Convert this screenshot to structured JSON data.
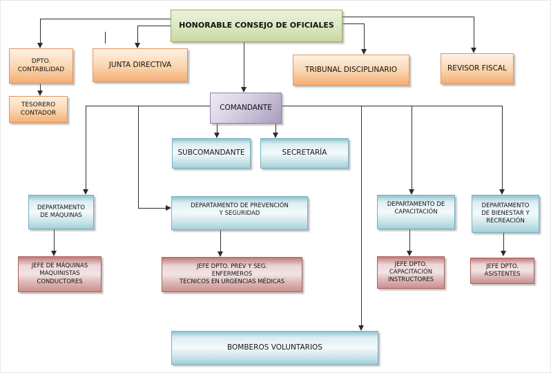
{
  "nodes": {
    "consejo": {
      "label": "HONORABLE CONSEJO DE OFICIALES",
      "color": "green"
    },
    "dpto_contabilidad": {
      "label": "DPTO.\nCONTABILIDAD",
      "color": "orange"
    },
    "junta_directiva": {
      "label": "JUNTA DIRECTIVA",
      "color": "orange"
    },
    "tribunal": {
      "label": "TRIBUNAL DISCIPLINARIO",
      "color": "orange"
    },
    "revisor": {
      "label": "REVISOR FISCAL",
      "color": "orange"
    },
    "tesorero": {
      "label": "TESORERO\nCONTADOR",
      "color": "orange"
    },
    "comandante": {
      "label": "COMANDANTE",
      "color": "purple"
    },
    "subcomandante": {
      "label": "SUBCOMANDANTE",
      "color": "blue"
    },
    "secretaria": {
      "label": "SECRETARÍA",
      "color": "blue"
    },
    "dept_maquinas": {
      "label": "DEPARTAMENTO\nDE MÁQUINAS",
      "color": "blue"
    },
    "dept_prevencion": {
      "label": "DEPARTAMENTO DE PREVENCIÓN\nY SEGURIDAD",
      "color": "blue"
    },
    "dept_capacitacion": {
      "label": "DEPARTAMENTO DE\nCAPACITACIÓN",
      "color": "blue"
    },
    "dept_bienestar": {
      "label": "DEPARTAMENTO\nDE BIENESTAR Y\nRECREACIÓN",
      "color": "blue"
    },
    "jefe_maquinas": {
      "label": "JEFE DE MÁQUINAS\nMAQUINISTAS\nCONDUCTORES",
      "color": "red"
    },
    "jefe_prevencion": {
      "label": "JEFE DPTO. PREV Y SEG.\nENFERMEROS\nTECNICOS EN URGENCIAS MÉDICAS",
      "color": "red"
    },
    "jefe_capacitacion": {
      "label": "JEFE DPTO.\nCAPACITACIÓN\nINSTRUCTORES",
      "color": "red"
    },
    "jefe_asistentes": {
      "label": "JEFE DPTO.\nASISTENTES",
      "color": "red"
    },
    "bomberos": {
      "label": "BOMBEROS  VOLUNTARIOS",
      "color": "blue"
    }
  },
  "palette": {
    "green_fill_top": "#eaf1dc",
    "green_fill_bottom": "#c8d89f",
    "green_border": "#97ad5a",
    "orange_fill_top": "#fdf1e4",
    "orange_fill_bottom": "#f5ae74",
    "orange_border": "#e0945e",
    "purple_fill_top": "#eeeaf2",
    "purple_fill_bottom": "#a99bbd",
    "purple_border": "#8f81a2",
    "blue_fill_top": "#8fc2cf",
    "blue_fill_mid": "#f3fafb",
    "blue_fill_bottom": "#a5d0da",
    "blue_border": "#73b0c0",
    "red_fill_top": "#bf7a78",
    "red_fill_mid": "#f2e3e3",
    "red_fill_bottom": "#cb908e",
    "red_border": "#ad5f5d",
    "connector": "#2b2b2b",
    "background": "#ffffff"
  }
}
